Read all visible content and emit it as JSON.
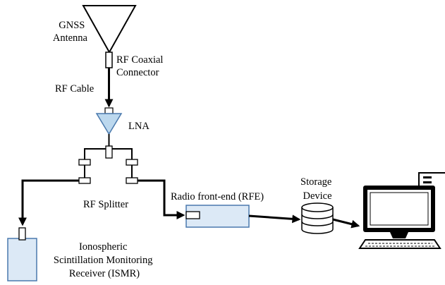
{
  "labels": {
    "antenna_line1": "GNSS",
    "antenna_line2": "Antenna",
    "connector_line1": "RF Coaxial",
    "connector_line2": "Connector",
    "cable": "RF Cable",
    "lna": "LNA",
    "splitter": "RF Splitter",
    "rfe": "Radio front-end (RFE)",
    "storage_line1": "Storage",
    "storage_line2": "Device",
    "ismr_line1": "Ionospheric",
    "ismr_line2": "Scintillation Monitoring",
    "ismr_line3": "Receiver (ISMR)"
  },
  "colors": {
    "lna_fill": "#bcd8ee",
    "box_fill": "#dce9f6",
    "box_stroke": "#4a79ad",
    "line": "#000000",
    "computer": "#000000"
  },
  "icons": {
    "antenna": "antenna-icon",
    "lna": "amplifier-triangle-icon",
    "storage": "database-cylinder-icon",
    "computer": "desktop-computer-icon"
  }
}
